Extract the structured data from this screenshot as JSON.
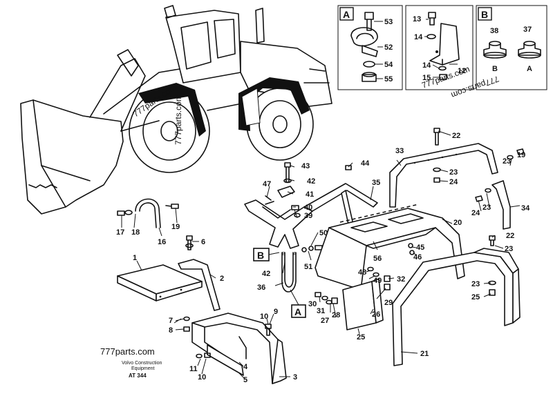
{
  "watermark": {
    "brand": "777parts.com"
  },
  "imprint": {
    "company_line": "Volvo Construction",
    "equipment_line": "Equipment",
    "code": "AT 344"
  },
  "detail_boxes": {
    "A": {
      "label": "A",
      "parts": [
        "53",
        "52",
        "54",
        "55"
      ]
    },
    "mid": {
      "parts": [
        "13",
        "14",
        "12",
        "14",
        "15"
      ]
    },
    "B": {
      "label": "B",
      "parts": [
        "38",
        "37"
      ],
      "captions": [
        "B",
        "A"
      ]
    }
  },
  "diagram_markers": {
    "B": "B",
    "A": "A",
    "mark_b": "B",
    "mark_a": "A"
  },
  "callouts": [
    {
      "id": "c1",
      "text": "1"
    },
    {
      "id": "c2",
      "text": "2"
    },
    {
      "id": "c3",
      "text": "3"
    },
    {
      "id": "c4",
      "text": "4"
    },
    {
      "id": "c5",
      "text": "5"
    },
    {
      "id": "c6",
      "text": "6"
    },
    {
      "id": "c7",
      "text": "7"
    },
    {
      "id": "c8",
      "text": "8"
    },
    {
      "id": "c9",
      "text": "9"
    },
    {
      "id": "c10a",
      "text": "10"
    },
    {
      "id": "c10b",
      "text": "10"
    },
    {
      "id": "c11",
      "text": "11"
    },
    {
      "id": "c16",
      "text": "16"
    },
    {
      "id": "c17",
      "text": "17"
    },
    {
      "id": "c18",
      "text": "18"
    },
    {
      "id": "c19a",
      "text": "19"
    },
    {
      "id": "c19b",
      "text": "19"
    },
    {
      "id": "c20",
      "text": "20"
    },
    {
      "id": "c21",
      "text": "21"
    },
    {
      "id": "c22a",
      "text": "22"
    },
    {
      "id": "c22b",
      "text": "22"
    },
    {
      "id": "c23a",
      "text": "23"
    },
    {
      "id": "c23b",
      "text": "23"
    },
    {
      "id": "c23c",
      "text": "23"
    },
    {
      "id": "c23d",
      "text": "23"
    },
    {
      "id": "c23e",
      "text": "23"
    },
    {
      "id": "c24a",
      "text": "24"
    },
    {
      "id": "c24b",
      "text": "24"
    },
    {
      "id": "c25a",
      "text": "25"
    },
    {
      "id": "c25b",
      "text": "25"
    },
    {
      "id": "c26",
      "text": "26"
    },
    {
      "id": "c27",
      "text": "27"
    },
    {
      "id": "c28",
      "text": "28"
    },
    {
      "id": "c29",
      "text": "29"
    },
    {
      "id": "c30",
      "text": "30"
    },
    {
      "id": "c31",
      "text": "31"
    },
    {
      "id": "c32",
      "text": "32"
    },
    {
      "id": "c33",
      "text": "33"
    },
    {
      "id": "c34",
      "text": "34"
    },
    {
      "id": "c35",
      "text": "35"
    },
    {
      "id": "c36",
      "text": "36"
    },
    {
      "id": "c39",
      "text": "39"
    },
    {
      "id": "c40",
      "text": "40"
    },
    {
      "id": "c41",
      "text": "41"
    },
    {
      "id": "c42a",
      "text": "42"
    },
    {
      "id": "c42b",
      "text": "42"
    },
    {
      "id": "c43",
      "text": "43"
    },
    {
      "id": "c44",
      "text": "44"
    },
    {
      "id": "c45",
      "text": "45"
    },
    {
      "id": "c46",
      "text": "46"
    },
    {
      "id": "c47",
      "text": "47"
    },
    {
      "id": "c48",
      "text": "48"
    },
    {
      "id": "c49",
      "text": "49"
    },
    {
      "id": "c50",
      "text": "50"
    },
    {
      "id": "c51",
      "text": "51"
    },
    {
      "id": "c56",
      "text": "56"
    }
  ]
}
